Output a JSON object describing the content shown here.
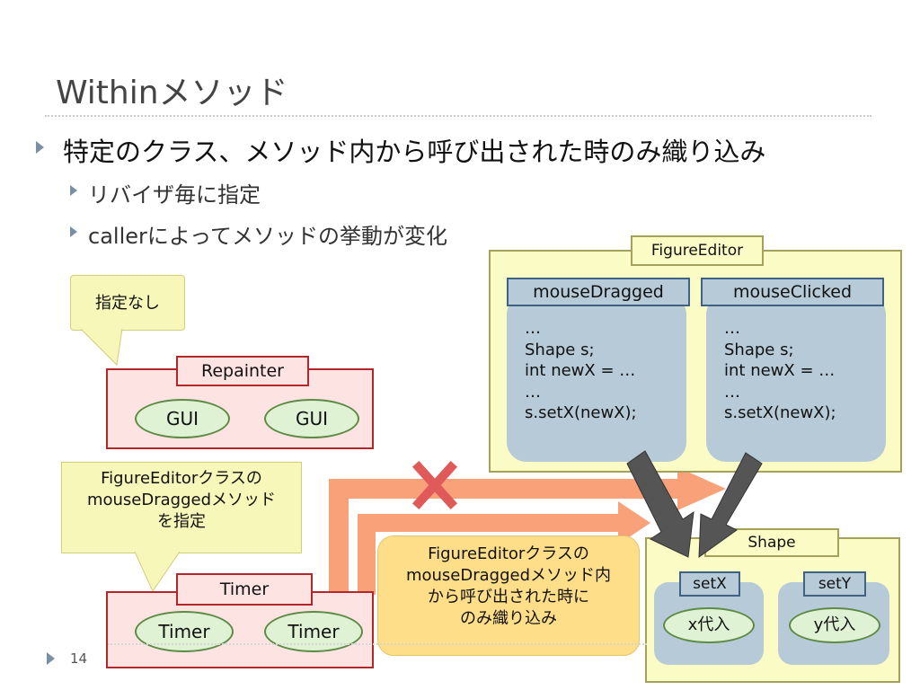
{
  "slide": {
    "title": "Withinメソッド",
    "bullet1": "特定のクラス、メソッド内から呼び出された時のみ織り込み",
    "bullet2": "リバイザ毎に指定",
    "bullet3": "callerによってメソッドの挙動が変化",
    "page_number": "14"
  },
  "diagram": {
    "callout_none": "指定なし",
    "repainter": {
      "label": "Repainter",
      "items": [
        "GUI",
        "GUI"
      ]
    },
    "callout_spec": {
      "line1": "FigureEditorクラスの",
      "line2": "mouseDraggedメソッド",
      "line3": "を指定"
    },
    "timer": {
      "label": "Timer",
      "items": [
        "Timer",
        "Timer"
      ]
    },
    "figure_editor": {
      "label": "FigureEditor",
      "methods": [
        {
          "name": "mouseDragged",
          "body": [
            "…",
            "Shape s;",
            "int newX = …",
            "…",
            "s.setX(newX);"
          ]
        },
        {
          "name": "mouseClicked",
          "body": [
            "…",
            "Shape s;",
            "int newX = …",
            "…",
            "s.setX(newX);"
          ]
        }
      ]
    },
    "condition_callout": {
      "line1": "FigureEditorクラスの",
      "line2": "mouseDraggedメソッド内",
      "line3": "から呼び出された時に",
      "line4": "のみ織り込み"
    },
    "shape": {
      "label": "Shape",
      "methods": [
        {
          "name": "setX",
          "action": "x代入"
        },
        {
          "name": "setY",
          "action": "y代入"
        }
      ]
    }
  },
  "colors": {
    "class_fill": "#fde4e2",
    "class_border": "#b3262a",
    "ellipse_fill": "#dff2d4",
    "ellipse_border": "#5d8a45",
    "yellow_box": "#fbfbc6",
    "method_fill": "#b6cad7",
    "method_border": "#3f6184",
    "arrow_salmon": "#f9a27a",
    "cross_red": "#e05a5a",
    "callout_fill": "#f6f7b8",
    "orange_callout": "#ffde8a",
    "dark_arrow": "#555555"
  }
}
